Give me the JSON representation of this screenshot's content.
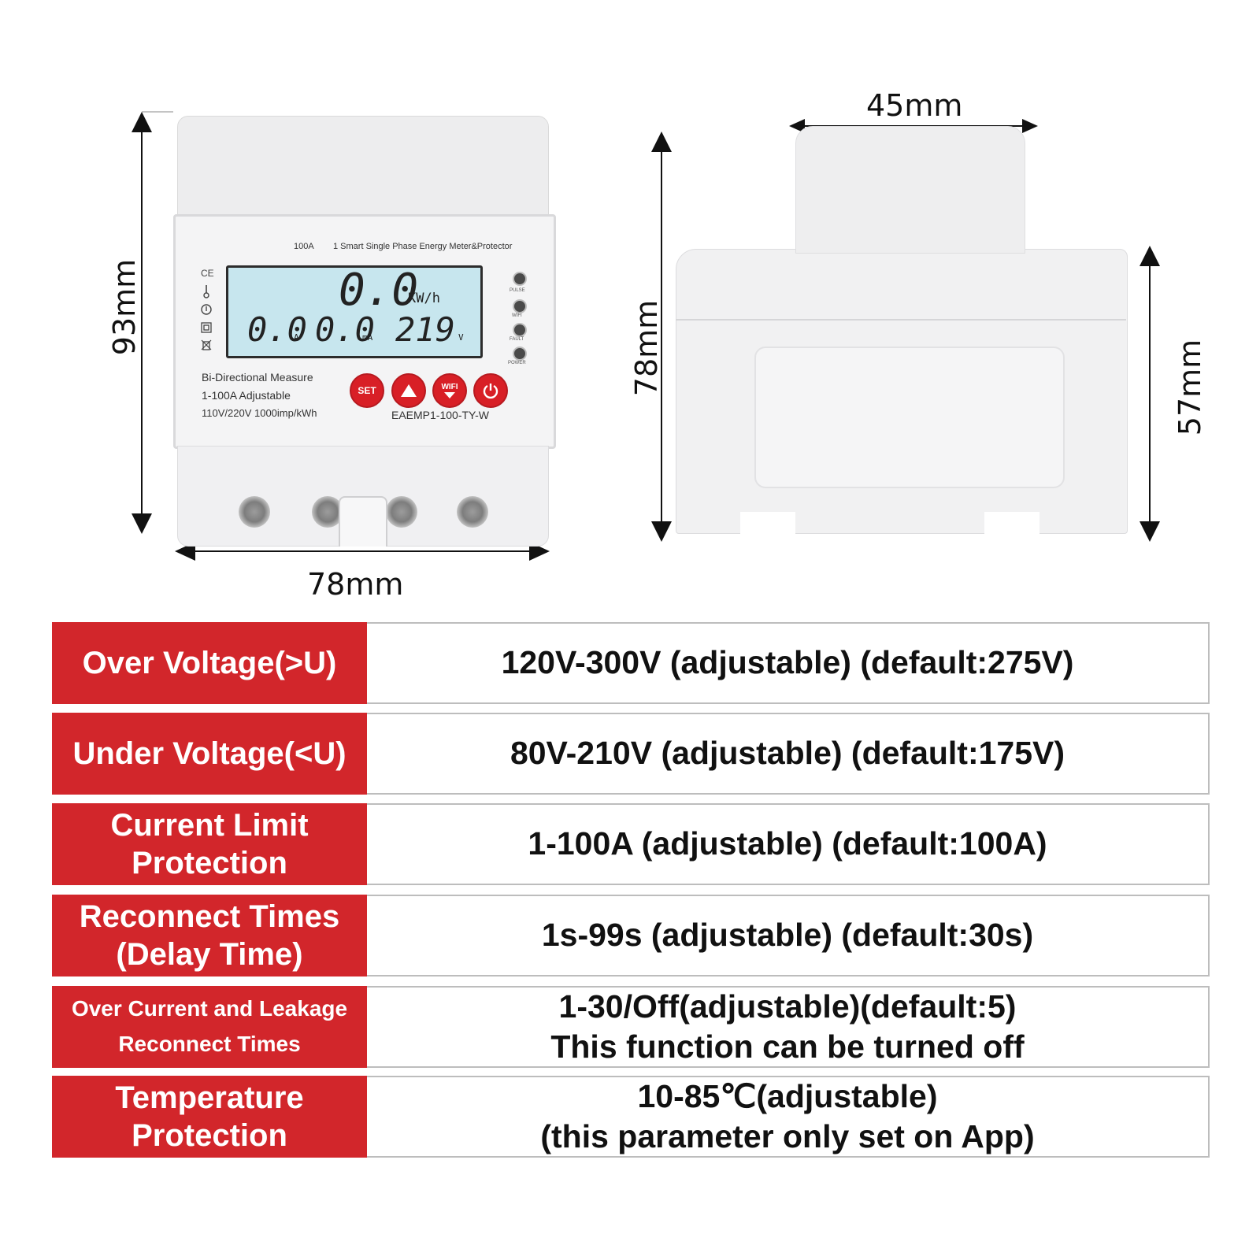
{
  "dimensions": {
    "front_height": "93mm",
    "front_width": "78mm",
    "side_width": "45mm",
    "side_height": "78mm",
    "side_body_height": "57mm"
  },
  "device": {
    "top_rating": "100A",
    "top_title": "1 Smart Single Phase Energy Meter&Protector",
    "lcd": {
      "energy_value": "0.0",
      "energy_unit": "KW/h",
      "current_value": "0.0",
      "current_unit": "A",
      "leakage_value": "0.0",
      "leakage_unit": "mA",
      "voltage_value": "219",
      "voltage_unit": "V"
    },
    "indicators": [
      "PULSE",
      "WIFI",
      "FAULT",
      "POWER"
    ],
    "description": [
      "Bi-Directional Measure",
      "1-100A Adjustable",
      "110V/220V 1000imp/kWh"
    ],
    "buttons": {
      "set": "SET",
      "wifi": "WIFI"
    },
    "model": "EAEMP1-100-TY-W",
    "marks": {
      "ce": "CE"
    }
  },
  "specs": [
    {
      "label": [
        "Over Voltage(>U)"
      ],
      "value": [
        "120V-300V (adjustable) (default:275V)"
      ]
    },
    {
      "label": [
        "Under Voltage(<U)"
      ],
      "value": [
        "80V-210V (adjustable) (default:175V)"
      ]
    },
    {
      "label": [
        "Current Limit",
        "Protection"
      ],
      "value": [
        "1-100A (adjustable) (default:100A)"
      ]
    },
    {
      "label": [
        "Reconnect Times",
        "(Delay Time)"
      ],
      "value": [
        "1s-99s (adjustable) (default:30s)"
      ]
    },
    {
      "label": [
        "Over Current and Leakage",
        "Reconnect Times"
      ],
      "value": [
        "1-30/Off(adjustable)(default:5)",
        "This function can be turned off"
      ]
    },
    {
      "label": [
        "Temperature",
        "Protection"
      ],
      "value": [
        "10-85℃(adjustable)",
        "(this parameter only set on App)"
      ]
    }
  ],
  "colors": {
    "label_red": "#d2262b",
    "button_red": "#d81f26",
    "lcd_blue": "#c7e6ee"
  }
}
